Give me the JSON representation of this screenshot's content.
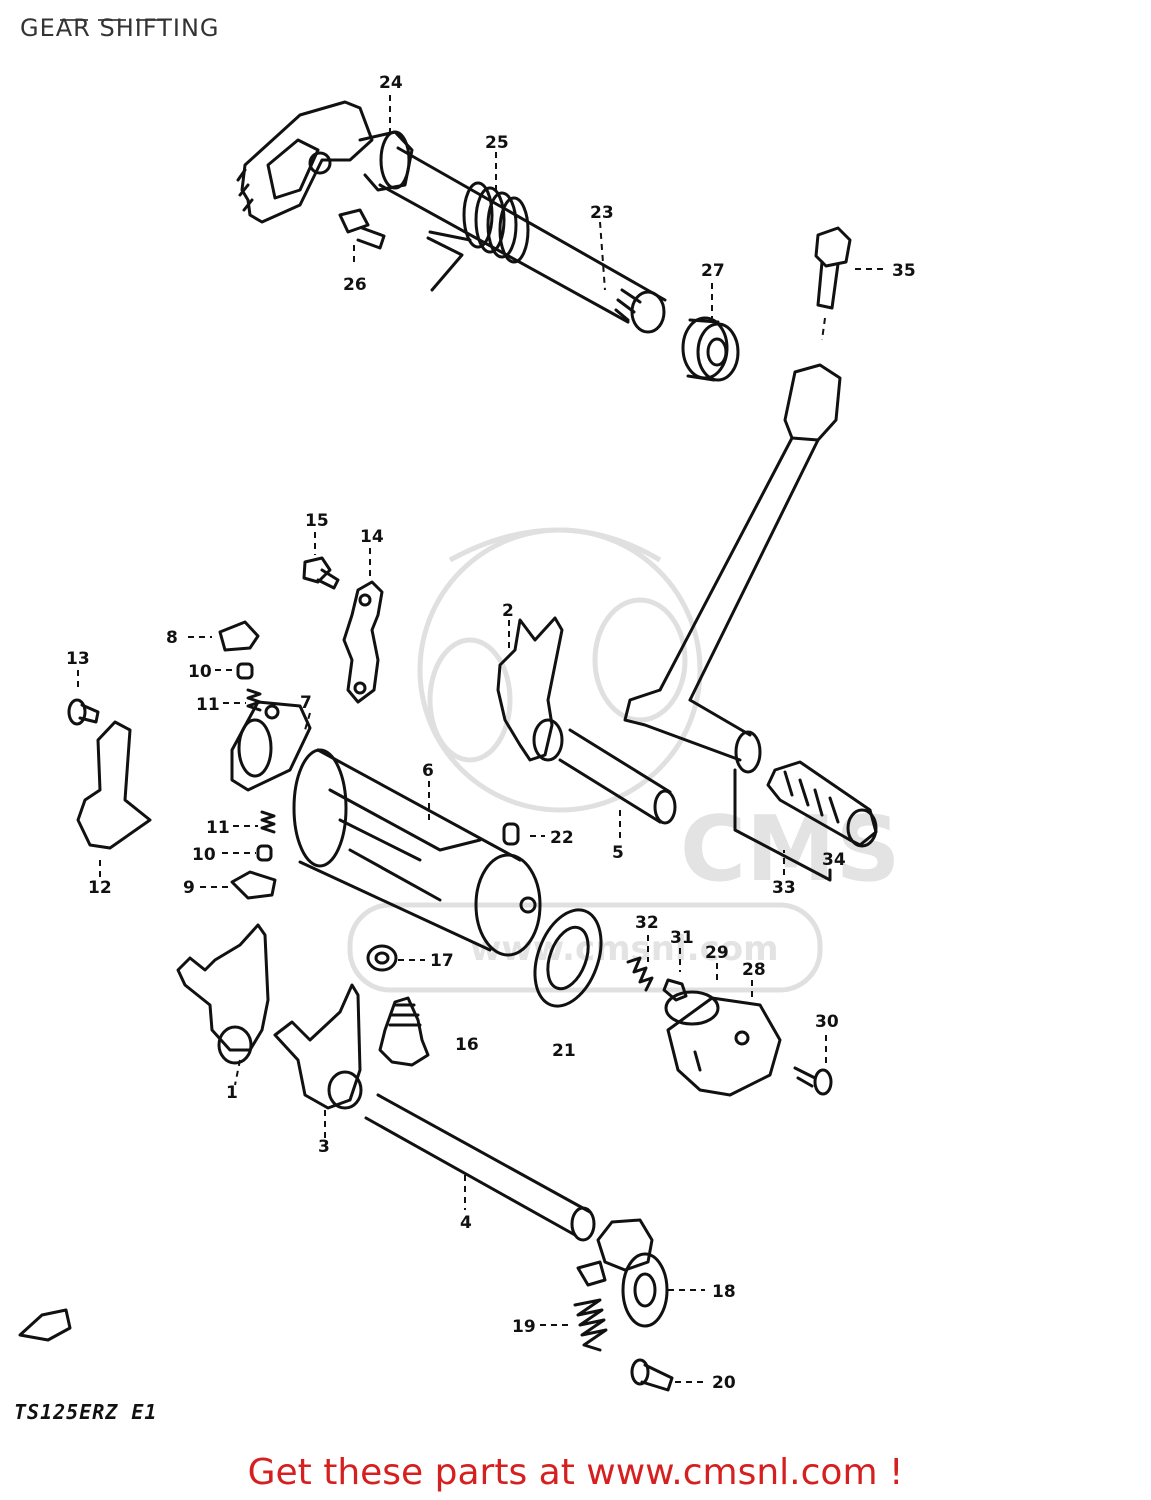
{
  "page": {
    "title": "GEAR SHIFTING",
    "model_code": "TS125ERZ E1",
    "footer_text": "Get these parts at www.cmsnl.com !"
  },
  "watermark": {
    "brand": "CMS",
    "url": "www.cmsnl.com"
  },
  "colors": {
    "line": "#111111",
    "footer": "#d62020",
    "watermark": "#e3e3e3"
  },
  "callouts": [
    "1",
    "2",
    "3",
    "4",
    "5",
    "6",
    "7",
    "8",
    "9",
    "10",
    "10",
    "11",
    "11",
    "12",
    "13",
    "14",
    "15",
    "16",
    "17",
    "18",
    "19",
    "20",
    "21",
    "22",
    "23",
    "24",
    "25",
    "26",
    "27",
    "28",
    "29",
    "30",
    "31",
    "32",
    "33",
    "34",
    "35"
  ]
}
